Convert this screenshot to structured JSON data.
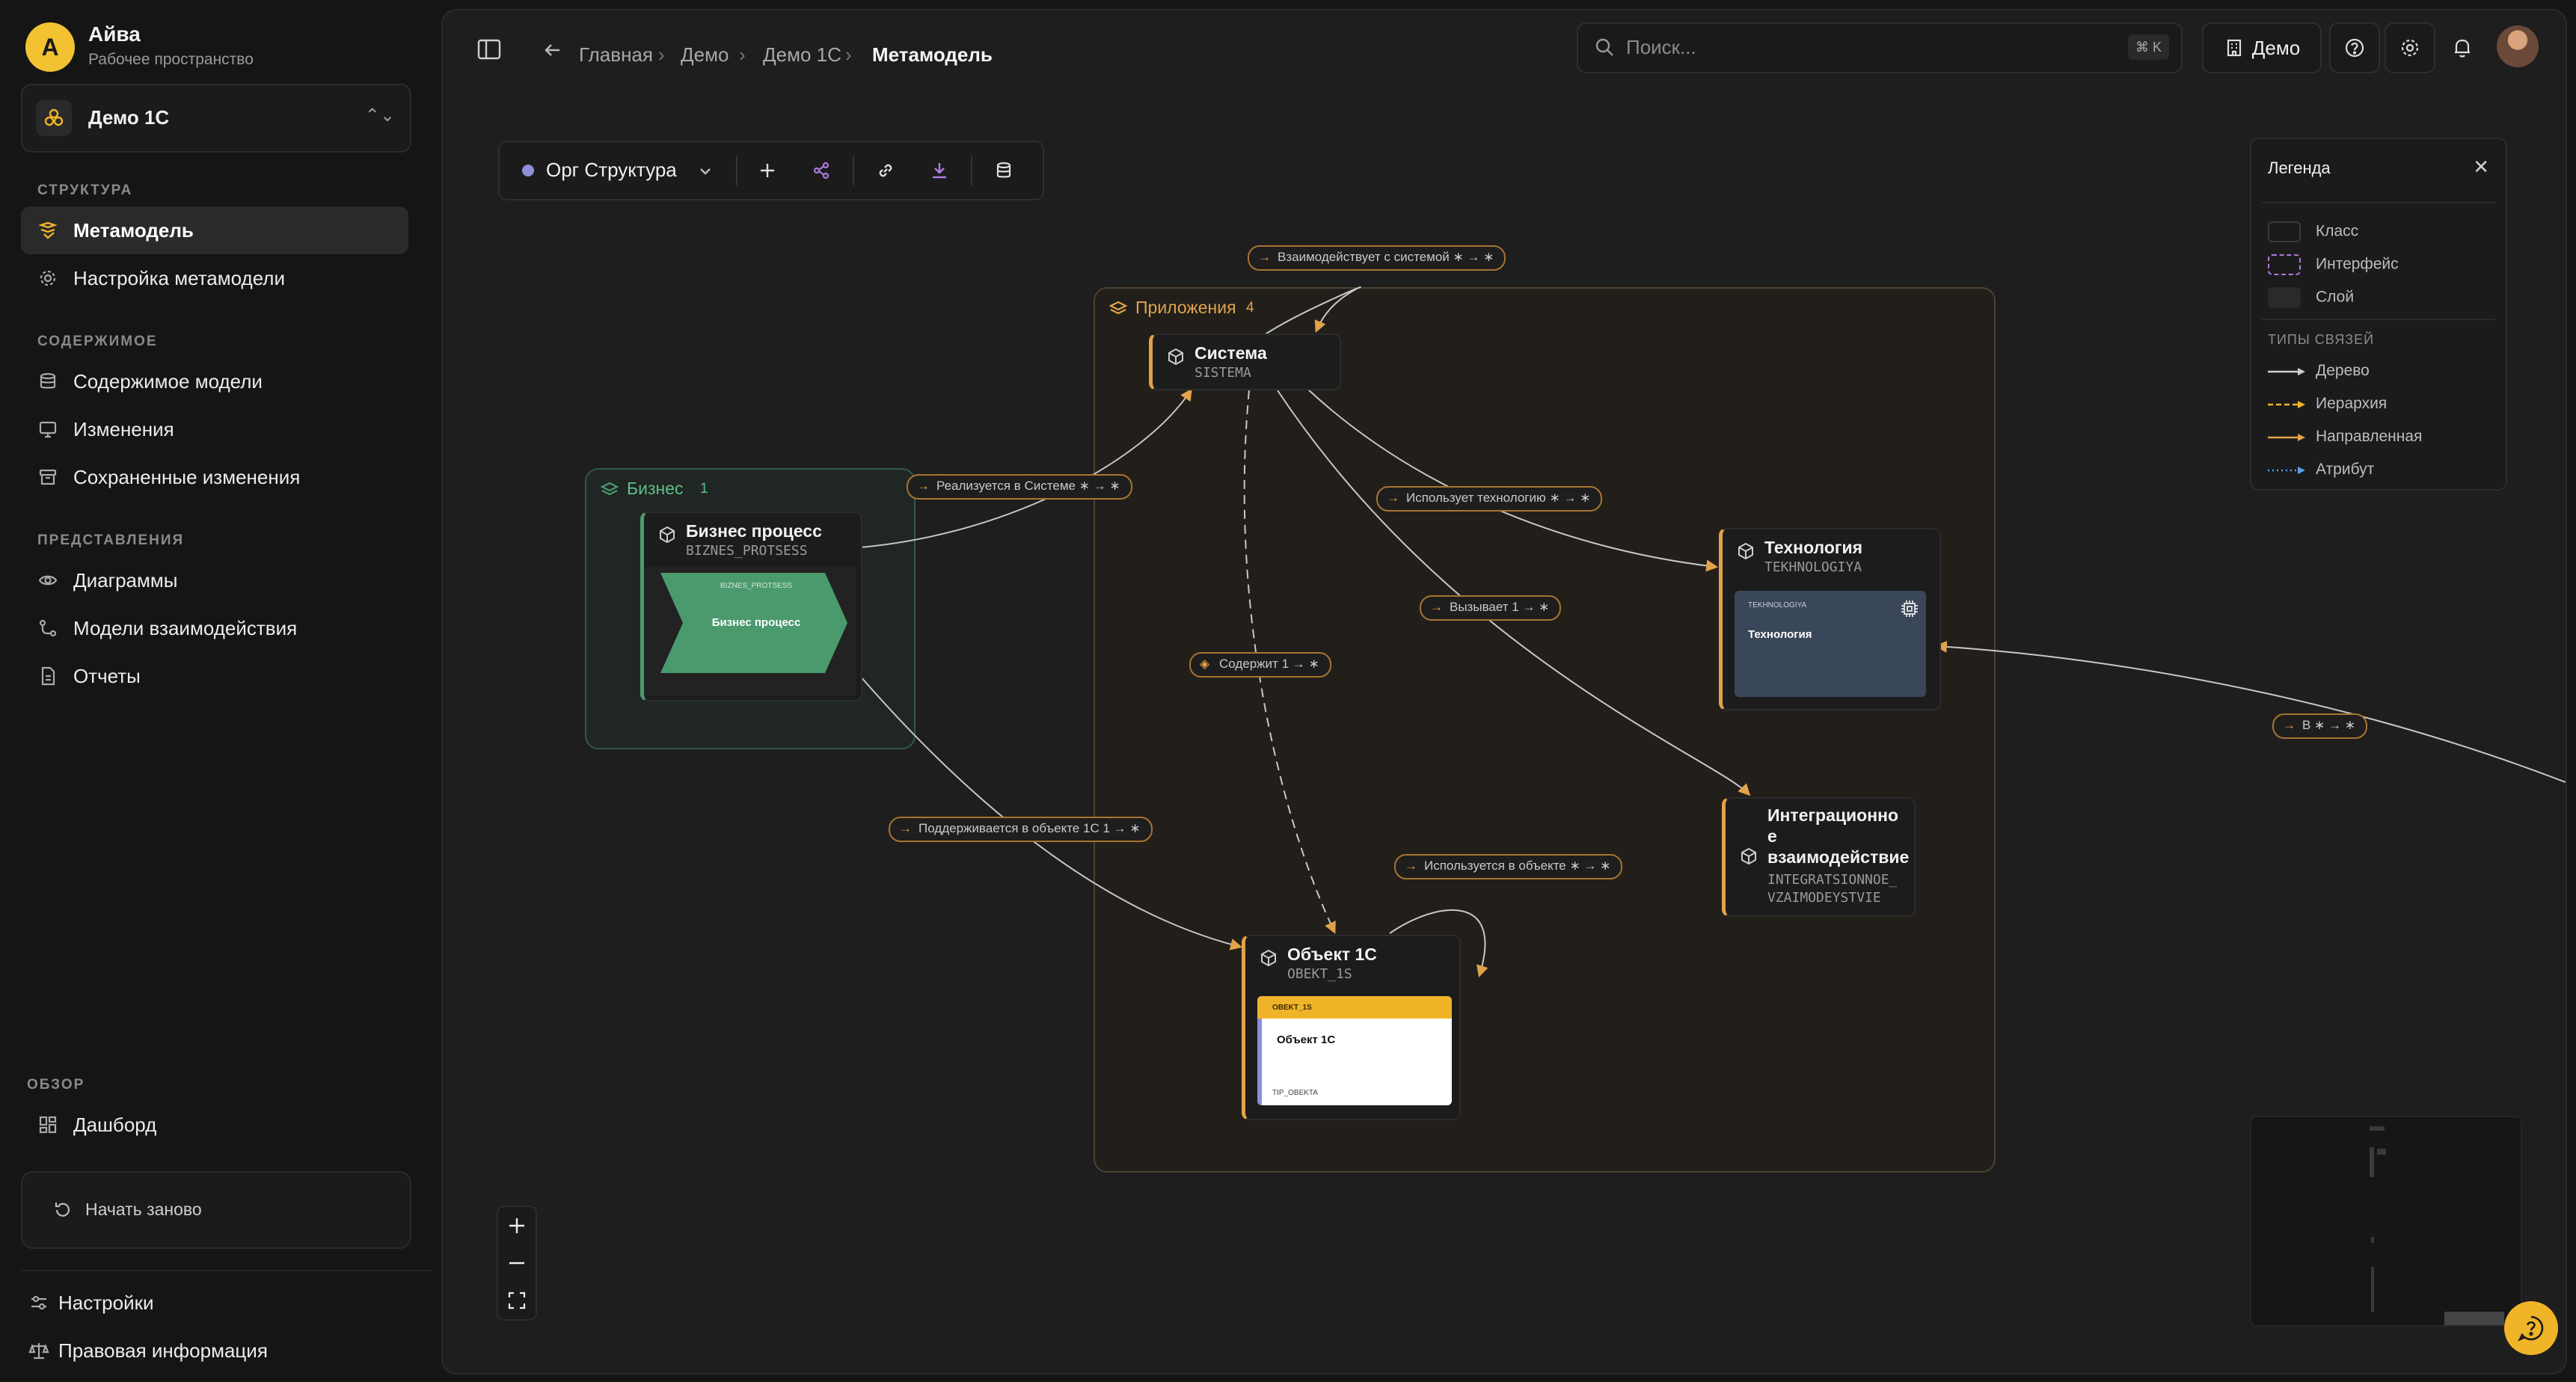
{
  "workspace": {
    "avatar_letter": "A",
    "name": "Айва",
    "subtitle": "Рабочее пространство"
  },
  "project_selector": {
    "label": "Демо 1С"
  },
  "sidebar": {
    "sections": {
      "structure": "СТРУКТУРА",
      "content": "СОДЕРЖИМОЕ",
      "views": "ПРЕДСТАВЛЕНИЯ",
      "overview": "ОБЗОР"
    },
    "items": [
      {
        "label": "Метамодель",
        "icon": "metamodel-icon",
        "active": true
      },
      {
        "label": "Настройка метамодели",
        "icon": "gear-icon"
      },
      {
        "label": "Содержимое модели",
        "icon": "database-icon"
      },
      {
        "label": "Изменения",
        "icon": "monitor-icon"
      },
      {
        "label": "Сохраненные изменения",
        "icon": "archive-icon"
      },
      {
        "label": "Диаграммы",
        "icon": "eye-icon"
      },
      {
        "label": "Модели взаимодействия",
        "icon": "workflow-icon"
      },
      {
        "label": "Отчеты",
        "icon": "file-icon"
      },
      {
        "label": "Дашборд",
        "icon": "grid-icon"
      }
    ],
    "restart_label": "Начать заново",
    "bottom": [
      {
        "label": "Настройки",
        "icon": "sliders-icon"
      },
      {
        "label": "Правовая информация",
        "icon": "scale-icon"
      }
    ]
  },
  "breadcrumb": [
    "Главная",
    "Демо",
    "Демо 1С",
    "Метамодель"
  ],
  "search": {
    "placeholder": "Поиск...",
    "shortcut": "⌘ K"
  },
  "header": {
    "demo_label": "Демо"
  },
  "toolbar": {
    "view_label": "Орг Структура"
  },
  "groups": {
    "business": {
      "label": "Бизнес",
      "count": "1"
    },
    "apps": {
      "label": "Приложения",
      "count": "4"
    }
  },
  "nodes": {
    "sistema": {
      "title": "Система",
      "key": "SISTEMA"
    },
    "bp": {
      "title": "Бизнес процесс",
      "key": "BIZNES_PROTSESS",
      "preview_key": "BIZNES_PROTSESS",
      "preview_title": "Бизнес процесс"
    },
    "tech": {
      "title": "Технология",
      "key": "TEKHNOLOGIYA",
      "preview_key": "TEKHNOLOGIYA",
      "preview_title": "Технология"
    },
    "integ": {
      "title_lines": [
        "Интеграционно",
        "е",
        "взаимодействие"
      ],
      "key_lines": [
        "INTEGRATSIONNOE_",
        "VZAIMODEYSTVIE"
      ]
    },
    "obj": {
      "title": "Объект 1С",
      "key": "OBEKT_1S",
      "preview_key": "OBEKT_1S",
      "preview_title": "Объект 1С",
      "preview_field": "TIP_OBEKTA"
    }
  },
  "edges": {
    "e1": "Взаимодействует с системой  ∗ → ∗",
    "e2": "Реализуется в Системе  ∗ → ∗",
    "e3": "Использует технологию  ∗ → ∗",
    "e4": "Вызывает  1 → ∗",
    "e5": "Содержит  1 → ∗",
    "e6": "Поддерживается в объекте 1С  1 → ∗",
    "e7": "Используется в объекте  ∗ → ∗",
    "e8": "В  ∗ → ∗"
  },
  "legend": {
    "title": "Легенда",
    "items": [
      "Класс",
      "Интерфейс",
      "Слой"
    ],
    "link_types_title": "ТИПЫ СВЯЗЕЙ",
    "links": [
      {
        "label": "Дерево",
        "color": "#cfcfcf"
      },
      {
        "label": "Иерархия",
        "color": "#f0b429"
      },
      {
        "label": "Направленная",
        "color": "#e2a24a"
      },
      {
        "label": "Атрибут",
        "color": "#5aa0e6"
      }
    ]
  },
  "colors": {
    "accent": "#e2a24a",
    "business_green": "#4a9a6e",
    "purple": "#b07be0"
  }
}
